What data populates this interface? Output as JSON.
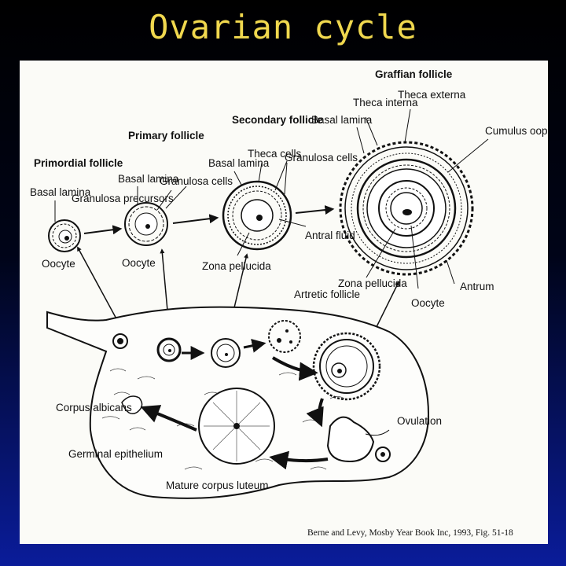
{
  "title": "Ovarian cycle",
  "diagram": {
    "stages": {
      "primordial": "Primordial follicle",
      "primary": "Primary follicle",
      "secondary": "Secondary follicle",
      "graffian": "Graffian follicle"
    },
    "labels": {
      "basal_lamina": "Basal lamina",
      "granulosa_precursors": "Granulosa precursors",
      "granulosa_cells": "Granulosa cells",
      "theca_cells": "Theca cells",
      "theca_interna": "Theca interna",
      "theca_externa": "Theca externa",
      "cumulus_oophorus": "Cumulus oophorus",
      "oocyte": "Oocyte",
      "zona_pellucida": "Zona pellucida",
      "antral_fluid": "Antral fluid",
      "antrum": "Antrum",
      "artretic_follicle": "Artretic follicle",
      "ovulation": "Ovulation",
      "corpus_albicans": "Corpus albicans",
      "germinal_epithelium": "Germinal epithelium",
      "mature_corpus_luteum": "Mature corpus luteum"
    },
    "citation": "Berne and Levy, Mosby Year Book Inc, 1993, Fig. 51-18"
  }
}
